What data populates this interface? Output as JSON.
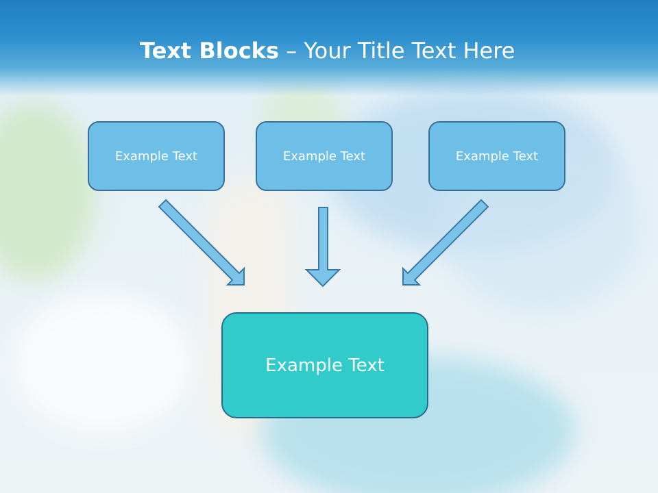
{
  "title": {
    "bold": "Text Blocks",
    "separator": " – ",
    "rest": "Your Title Text Here"
  },
  "blocks": [
    {
      "label": "Example Text"
    },
    {
      "label": "Example Text"
    },
    {
      "label": "Example Text"
    }
  ],
  "center_block": {
    "label": "Example Text"
  },
  "colors": {
    "title_bar": "#2e90cf",
    "small_box_fill": "#6ebfe8",
    "center_box_fill": "#32cbcb",
    "arrow_fill": "#7cc3ea"
  }
}
